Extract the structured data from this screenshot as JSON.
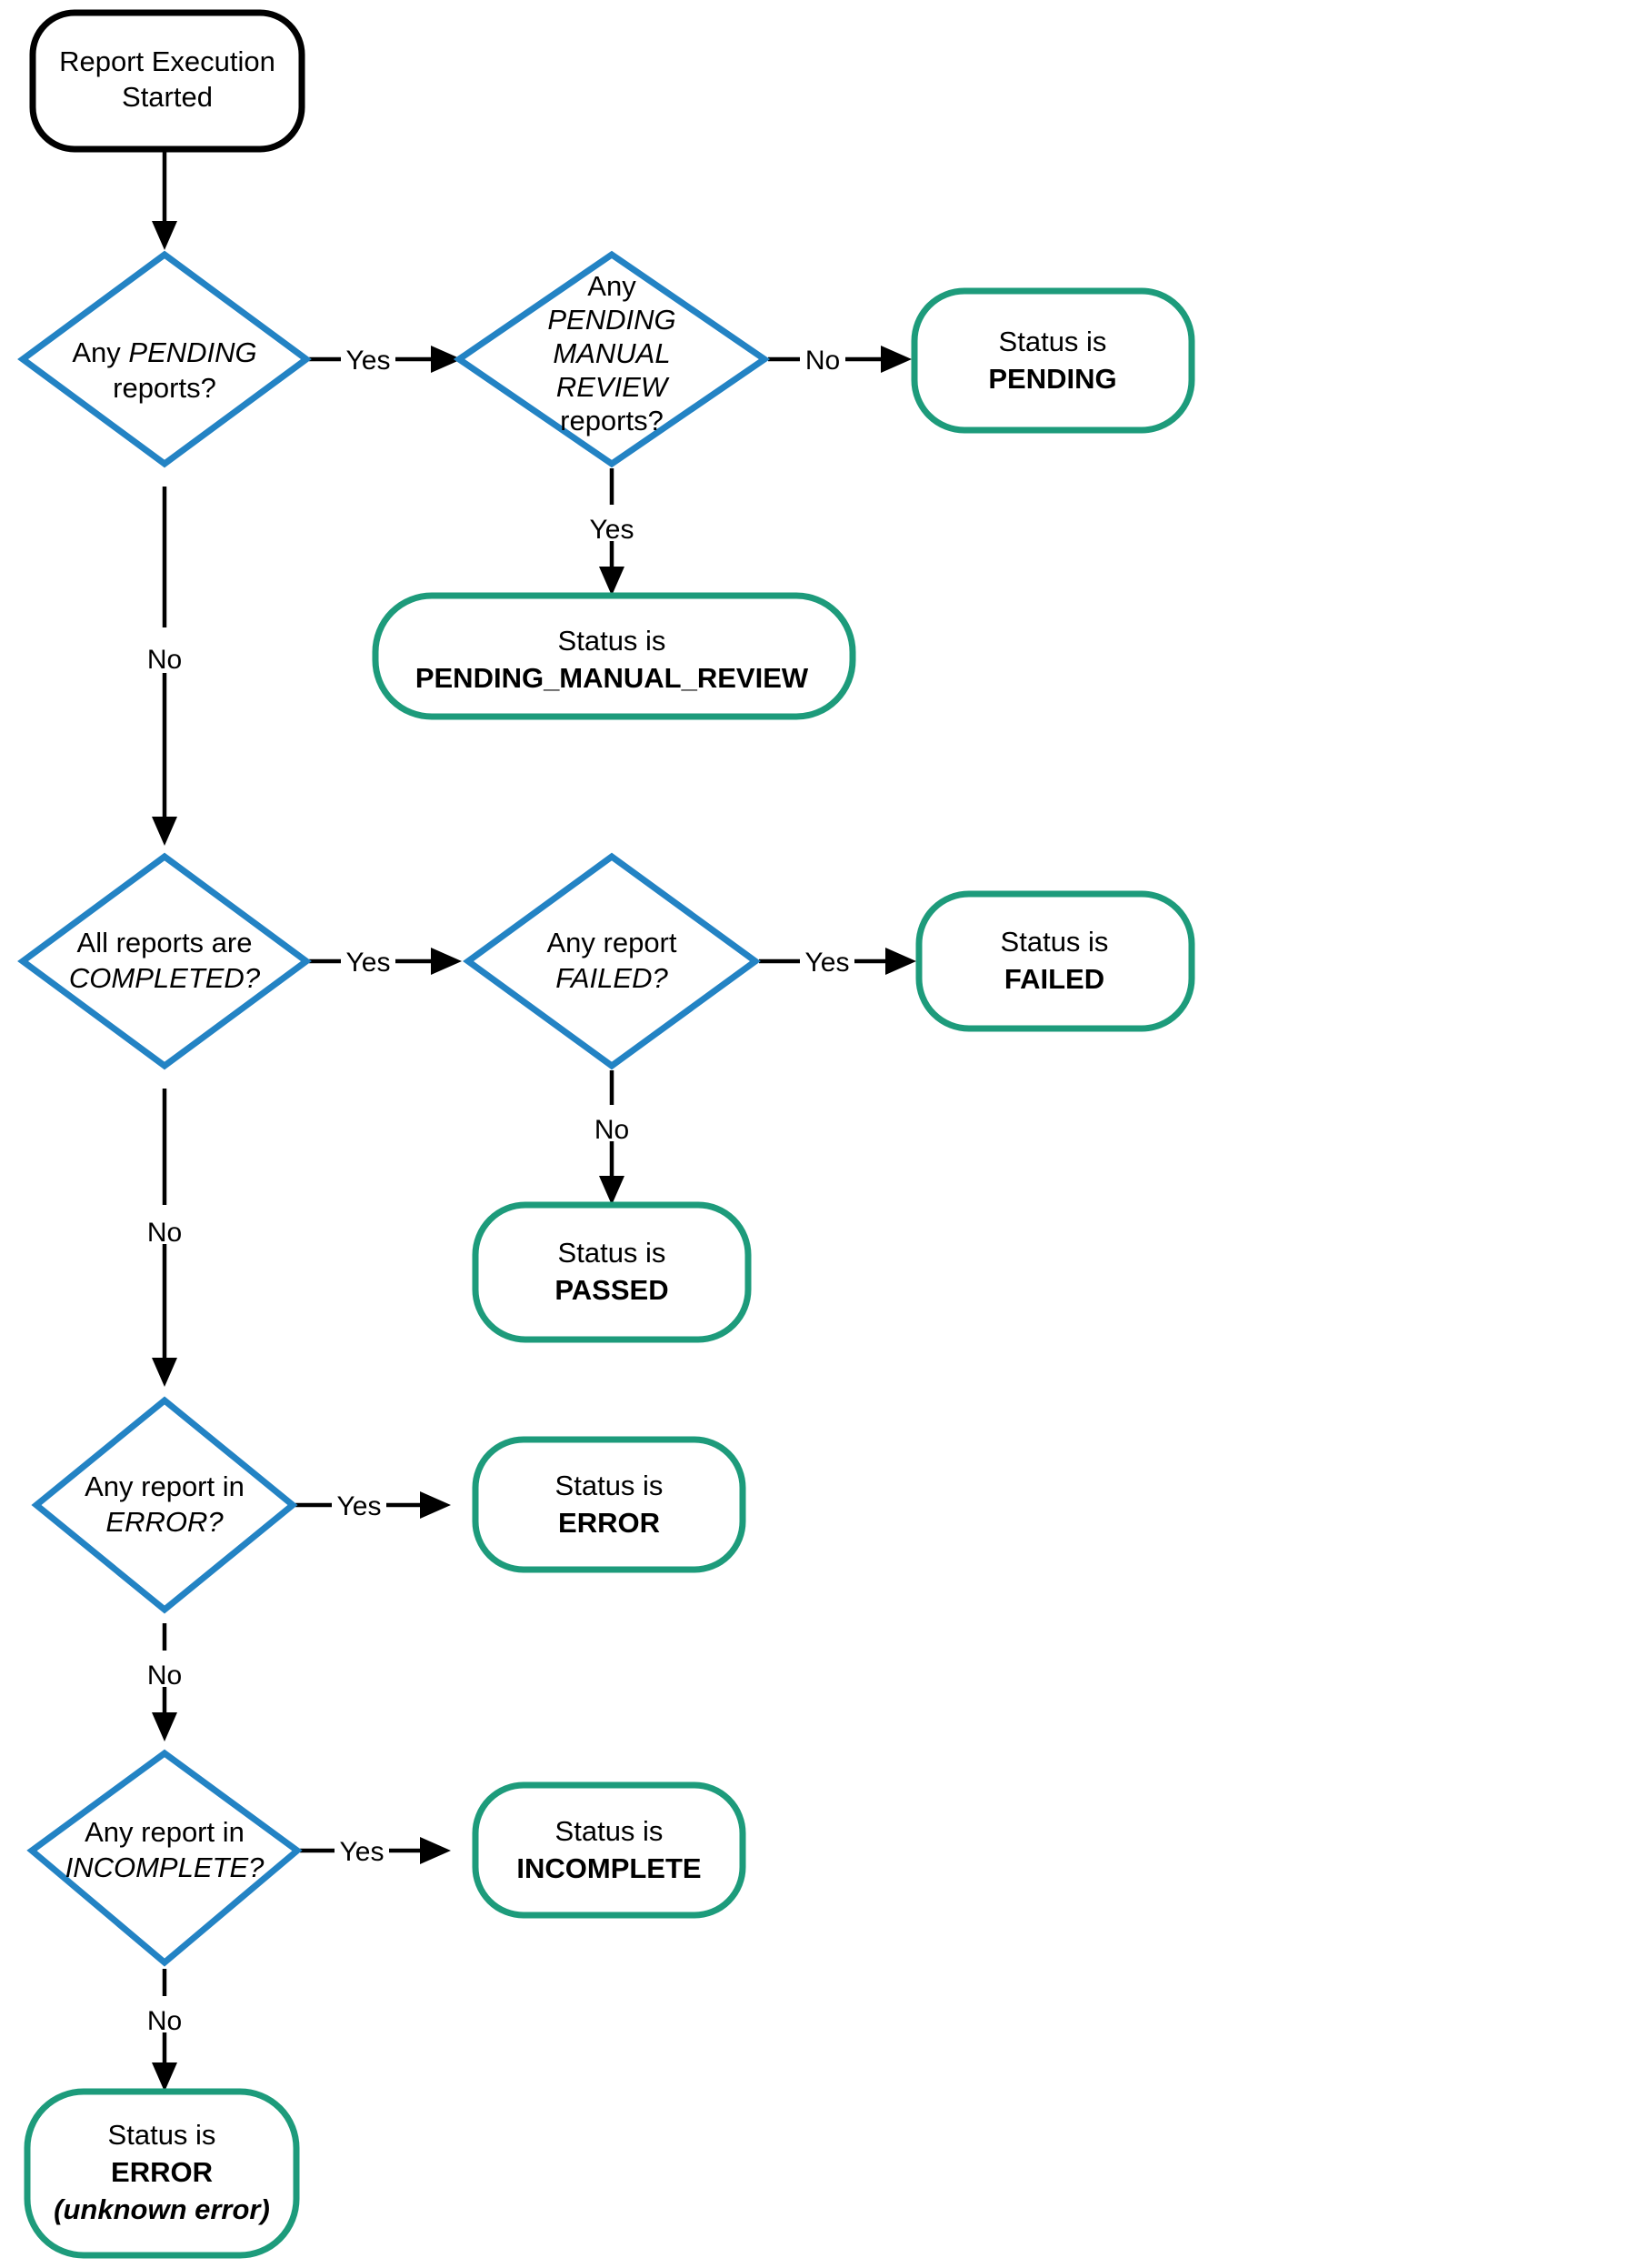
{
  "diagram": {
    "title": "Report Execution Status Resolution Flowchart",
    "colors": {
      "decision_border": "#2383c4",
      "terminal_border": "#1d9b7b",
      "start_border": "#000000",
      "edge": "#000000",
      "background": "#ffffff",
      "text": "#000000"
    }
  },
  "nodes": {
    "start": {
      "type": "start",
      "line1": "Report Execution",
      "line2": "Started"
    },
    "d_pending": {
      "type": "decision",
      "line1_a": "Any ",
      "line1_b": "PENDING",
      "line2": "reports?"
    },
    "d_pending_manual_review": {
      "type": "decision",
      "line1": "Any",
      "line2": "PENDING",
      "line3": "MANUAL",
      "line4": "REVIEW",
      "line5": "reports?"
    },
    "t_pending": {
      "type": "terminal",
      "line1": "Status is",
      "line2": "PENDING"
    },
    "t_pending_manual_review": {
      "type": "terminal",
      "line1": "Status is",
      "line2": "PENDING_MANUAL_REVIEW"
    },
    "d_completed": {
      "type": "decision",
      "line1": "All reports are",
      "line2": "COMPLETED?"
    },
    "d_failed": {
      "type": "decision",
      "line1": "Any report",
      "line2": "FAILED?"
    },
    "t_failed": {
      "type": "terminal",
      "line1": "Status is",
      "line2": "FAILED"
    },
    "t_passed": {
      "type": "terminal",
      "line1": "Status is",
      "line2": "PASSED"
    },
    "d_error": {
      "type": "decision",
      "line1": "Any report in",
      "line2": "ERROR?"
    },
    "t_error": {
      "type": "terminal",
      "line1": "Status is",
      "line2": "ERROR"
    },
    "d_incomplete": {
      "type": "decision",
      "line1": "Any report in",
      "line2": "INCOMPLETE?"
    },
    "t_incomplete": {
      "type": "terminal",
      "line1": "Status is",
      "line2": "INCOMPLETE"
    },
    "t_unknown_error": {
      "type": "terminal",
      "line1": "Status is",
      "line2": "ERROR",
      "line3": "(unknown error)"
    }
  },
  "edges": {
    "start_to_pending": {
      "label": ""
    },
    "pending_yes": {
      "label": "Yes"
    },
    "pending_no": {
      "label": "No"
    },
    "pmr_no": {
      "label": "No"
    },
    "pmr_yes": {
      "label": "Yes"
    },
    "completed_yes": {
      "label": "Yes"
    },
    "completed_no": {
      "label": "No"
    },
    "failed_yes": {
      "label": "Yes"
    },
    "failed_no": {
      "label": "No"
    },
    "error_yes": {
      "label": "Yes"
    },
    "error_no": {
      "label": "No"
    },
    "incomplete_yes": {
      "label": "Yes"
    },
    "incomplete_no": {
      "label": "No"
    }
  }
}
